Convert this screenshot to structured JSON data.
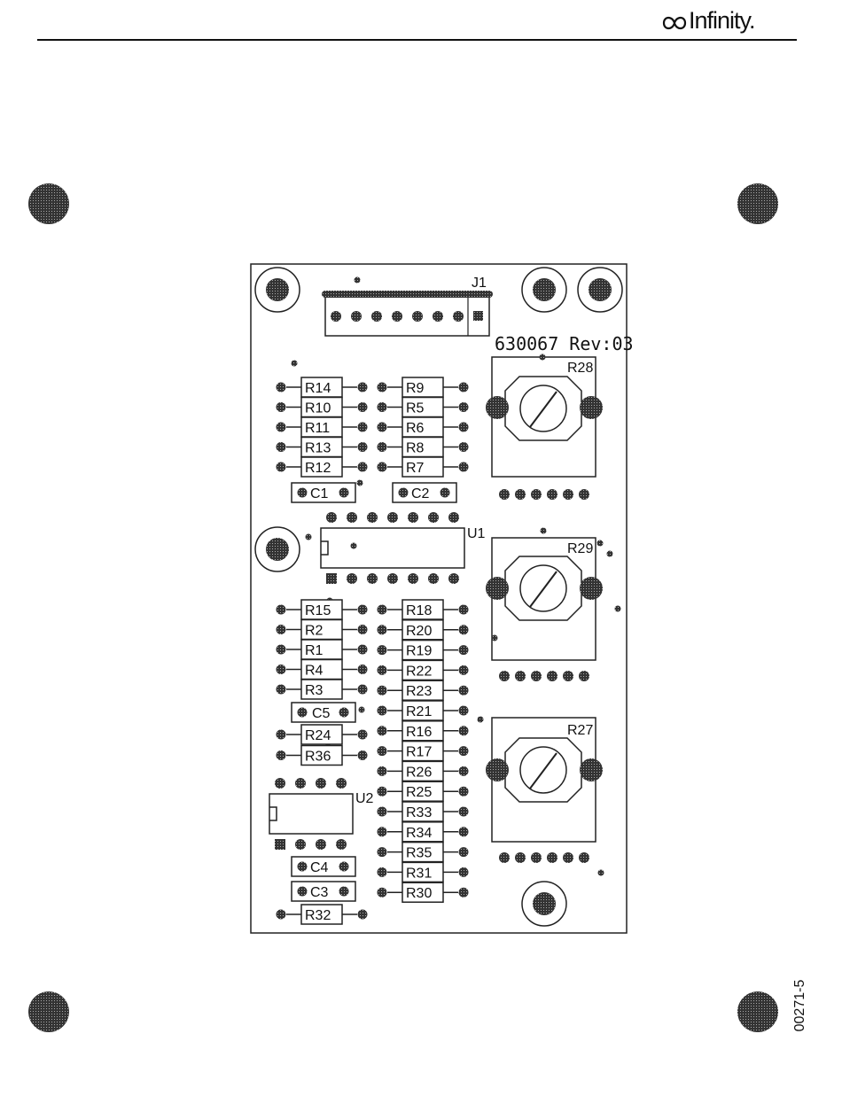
{
  "header": {
    "logo_text": "Infinity."
  },
  "document_code": "00271-5",
  "pcb": {
    "connector": "J1",
    "part_number": "630067 Rev:03",
    "potentiometers": [
      "R28",
      "R29",
      "R27"
    ],
    "ic_labels": [
      "U1",
      "U2"
    ],
    "capacitors": [
      "C1",
      "C2",
      "C5",
      "C4",
      "C3"
    ],
    "resistors_left_top": [
      "R14",
      "R10",
      "R11",
      "R13",
      "R12"
    ],
    "resistors_mid_top": [
      "R9",
      "R5",
      "R6",
      "R8",
      "R7"
    ],
    "resistors_left_bottom": [
      "R15",
      "R2",
      "R1",
      "R4",
      "R3"
    ],
    "resistors_left_lower": [
      "R24",
      "R36"
    ],
    "resistor_bottom": "R32",
    "resistors_mid_bottom": [
      "R18",
      "R20",
      "R19",
      "R22",
      "R23",
      "R21",
      "R16",
      "R17",
      "R26",
      "R25",
      "R33",
      "R34",
      "R35",
      "R31",
      "R30"
    ]
  }
}
